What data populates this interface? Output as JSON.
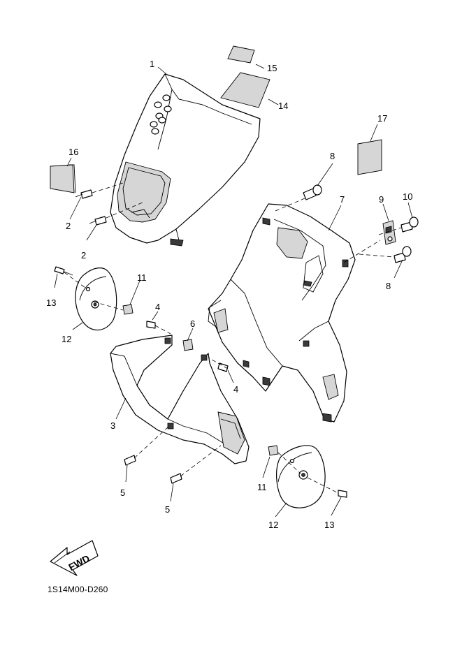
{
  "diagram": {
    "code": "1S14M00-D260",
    "fwd_label": "FWD",
    "callouts": [
      {
        "id": "c1",
        "label": "1"
      },
      {
        "id": "c2a",
        "label": "2"
      },
      {
        "id": "c2b",
        "label": "2"
      },
      {
        "id": "c3",
        "label": "3"
      },
      {
        "id": "c4a",
        "label": "4"
      },
      {
        "id": "c4b",
        "label": "4"
      },
      {
        "id": "c5a",
        "label": "5"
      },
      {
        "id": "c5b",
        "label": "5"
      },
      {
        "id": "c6",
        "label": "6"
      },
      {
        "id": "c7",
        "label": "7"
      },
      {
        "id": "c8a",
        "label": "8"
      },
      {
        "id": "c8b",
        "label": "8"
      },
      {
        "id": "c9",
        "label": "9"
      },
      {
        "id": "c10",
        "label": "10"
      },
      {
        "id": "c11a",
        "label": "11"
      },
      {
        "id": "c11b",
        "label": "11"
      },
      {
        "id": "c12a",
        "label": "12"
      },
      {
        "id": "c12b",
        "label": "12"
      },
      {
        "id": "c13a",
        "label": "13"
      },
      {
        "id": "c13b",
        "label": "13"
      },
      {
        "id": "c14",
        "label": "14"
      },
      {
        "id": "c15",
        "label": "15"
      },
      {
        "id": "c16",
        "label": "16"
      },
      {
        "id": "c17",
        "label": "17"
      }
    ]
  }
}
